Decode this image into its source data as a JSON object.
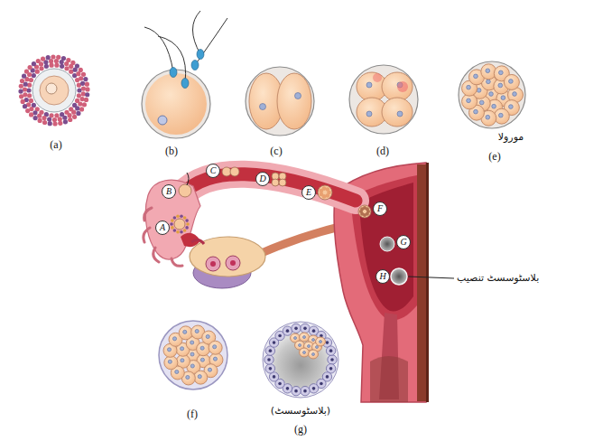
{
  "diagram": {
    "nodes": [
      {
        "text": [
          "A"
        ]
      },
      {
        "text": [
          "B"
        ]
      },
      {
        "text": [
          "C"
        ]
      },
      {
        "text": [
          "D"
        ]
      },
      {
        "text": [
          "E"
        ]
      },
      {
        "text": [
          "F"
        ]
      },
      {
        "text": [
          "G"
        ]
      },
      {
        "text": [
          "H"
        ]
      }
    ],
    "labels": [
      "(a)",
      "(b)",
      "(c)",
      "(d)",
      "مورولا",
      "(e)",
      "بلاسٹوسسٹ تنصیب",
      "(f)",
      "(بلاسٹوسسٹ)",
      "(g)"
    ]
  }
}
